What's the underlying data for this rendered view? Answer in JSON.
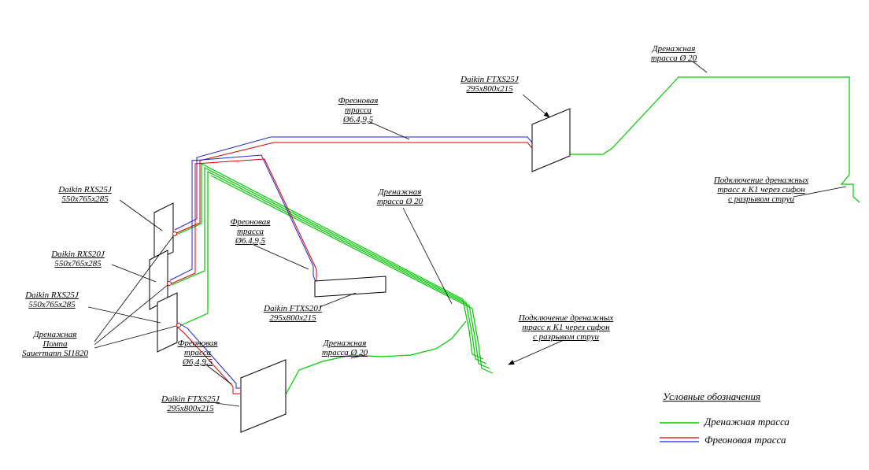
{
  "colors": {
    "drain": "#00c800",
    "freon_red": "#d40000",
    "freon_blue": "#2323cc",
    "line": "#000000"
  },
  "labels": {
    "rxs25j_1": {
      "lines": [
        "Daikin RXS25J",
        "550x765x285"
      ]
    },
    "rxs20j": {
      "lines": [
        "Daikin RXS20J",
        "550x765x285"
      ]
    },
    "rxs25j_2": {
      "lines": [
        "Daikin RXS25J",
        "550x765x285"
      ]
    },
    "pump": {
      "lines": [
        "Дренажная",
        "Помпа",
        "Sauermann SI1820"
      ]
    },
    "freon_center": {
      "lines": [
        "Фреоновая",
        "трасса",
        "Ø6.4,9,5"
      ]
    },
    "freon_top": {
      "lines": [
        "Фреоновая",
        "трасса",
        "Ø6.4,9,5"
      ]
    },
    "freon_bottom": {
      "lines": [
        "Фреоновая",
        "трасса",
        "Ø6,4,9,5"
      ]
    },
    "ftxs20j": {
      "lines": [
        "Daikin FTXS20J",
        "295x800x215"
      ]
    },
    "ftxs25j_bottom": {
      "lines": [
        "Daikin FTXS25J",
        "295x800x215"
      ]
    },
    "ftxs25j_top": {
      "lines": [
        "Daikin FTXS25J",
        "295x800x215"
      ]
    },
    "drain_center": {
      "lines": [
        "Дренажная",
        "трасса Ø 20"
      ]
    },
    "drain_bottom": {
      "lines": [
        "Дренажная",
        "трасса Ø 20"
      ]
    },
    "drain_topright": {
      "lines": [
        "Дренажная",
        "трасса Ø 20"
      ]
    },
    "siphon_right": {
      "lines": [
        "Подключение дренажных",
        "трасс к К1 через сифон",
        "с разрывом струи"
      ]
    },
    "siphon_center": {
      "lines": [
        "Подключение дренажных",
        "трасс к К1 через сифон",
        "с разрывом струи"
      ]
    }
  },
  "legend": {
    "title": "Условные обозначения",
    "items": [
      {
        "label": "Дренажная трасса",
        "type": "drain"
      },
      {
        "label": "Фреоновая трасса",
        "type": "freon"
      }
    ]
  }
}
